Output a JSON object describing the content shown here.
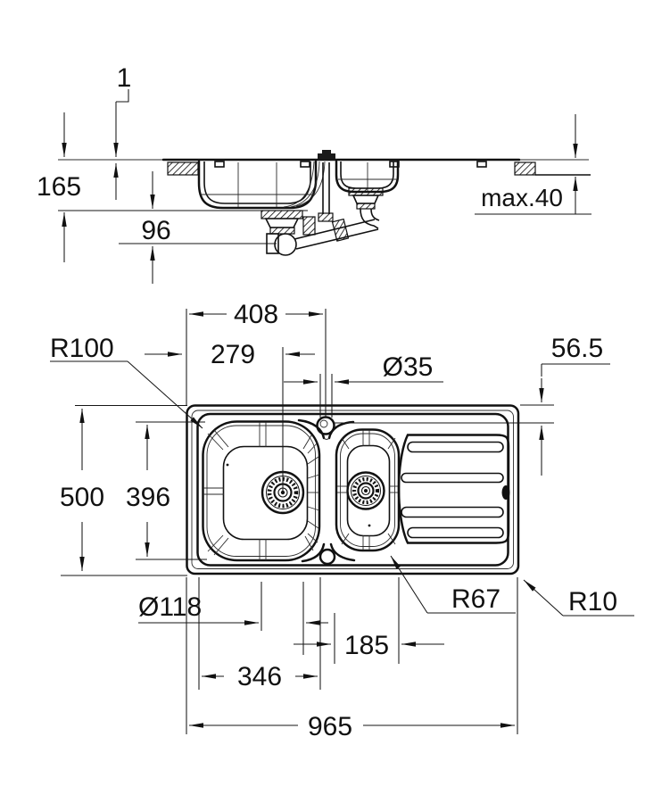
{
  "side_view": {
    "rim_height": "1",
    "bowl_depth": "165",
    "trap_height": "96",
    "counter_thickness_max": "max.40"
  },
  "plan_view": {
    "tap_center_from_left": "408",
    "drain_center_from_left": "279",
    "tap_hole_diameter": "Ø35",
    "tap_center_from_top_edge": "56.5",
    "main_bowl_corner_radius": "R100",
    "overall_depth": "500",
    "bowl_cutout_depth": "396",
    "drain_diameter": "Ø118",
    "small_bowl_width": "185",
    "main_bowl_width": "346",
    "overall_width": "965",
    "small_bowl_corner_radius": "R67",
    "rim_corner_radius": "R10"
  }
}
